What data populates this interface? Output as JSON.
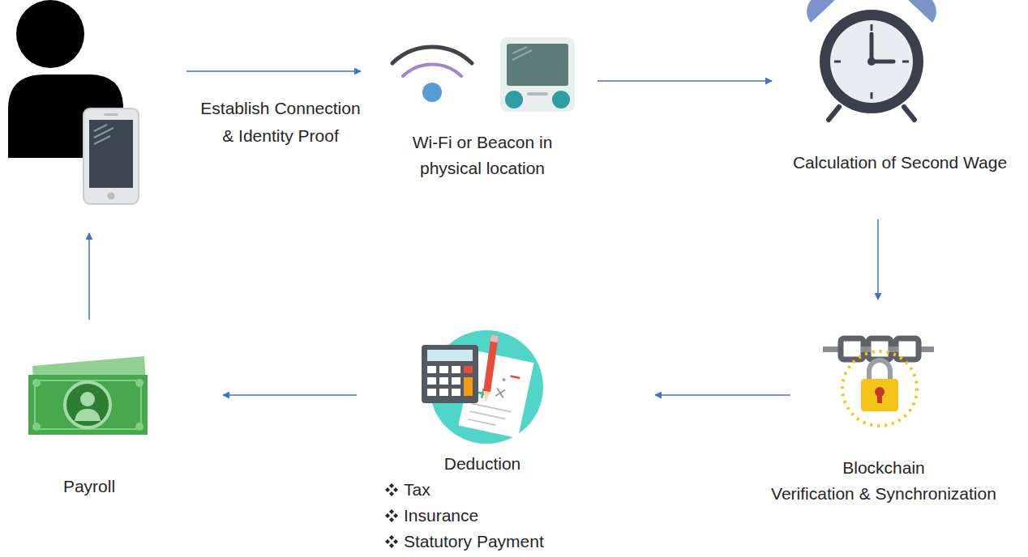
{
  "diagram": {
    "nodes": [
      {
        "text": []
      },
      {
        "text": [
          "Wi-Fi or Beacon in physical location"
        ]
      },
      {
        "text": [
          "Calculation of Second Wage"
        ]
      },
      {
        "text": [
          "Blockchain",
          "Verification & Synchronization"
        ]
      },
      {
        "text": [
          "Deduction",
          "Tax",
          "Insurance",
          "Statutory Payment"
        ]
      },
      {
        "text": [
          "Payroll"
        ]
      }
    ],
    "edges": [
      {
        "from": 0,
        "to": 1,
        "label": "Establish Connection & Identity Proof",
        "arrow": "to"
      },
      {
        "from": 1,
        "to": 2,
        "arrow": "to"
      },
      {
        "from": 2,
        "to": 3,
        "arrow": "to"
      },
      {
        "from": 3,
        "to": 4,
        "arrow": "to"
      },
      {
        "from": 4,
        "to": 5,
        "arrow": "to"
      },
      {
        "from": 5,
        "to": 0,
        "arrow": "to"
      }
    ]
  }
}
